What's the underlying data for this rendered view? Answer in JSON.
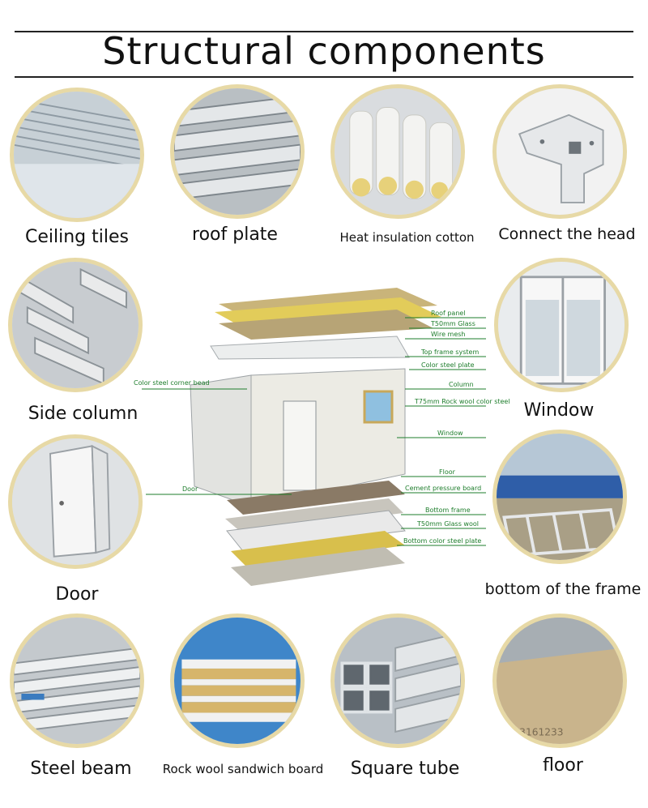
{
  "title": "Structural components",
  "components": [
    {
      "id": "ceiling",
      "label": "Ceiling tiles"
    },
    {
      "id": "roof",
      "label": "roof plate"
    },
    {
      "id": "insulation",
      "label": "Heat insulation cotton"
    },
    {
      "id": "connect",
      "label": "Connect the head"
    },
    {
      "id": "column",
      "label": "Side column"
    },
    {
      "id": "window",
      "label": "Window"
    },
    {
      "id": "door",
      "label": "Door"
    },
    {
      "id": "bottomframe",
      "label": "bottom of the frame"
    },
    {
      "id": "beam",
      "label": "Steel beam"
    },
    {
      "id": "rockwool",
      "label": "Rock wool sandwich board"
    },
    {
      "id": "square",
      "label": "Square tube"
    },
    {
      "id": "floor",
      "label": "floor"
    }
  ],
  "diagram": {
    "callouts_right": [
      "Roof panel",
      "T50mm Glass",
      "Wire mesh",
      "Top frame system",
      "Color steel plate",
      "Column",
      "T75mm Rock wool color steel",
      "Window",
      "Floor",
      "Cement pressure board",
      "Bottom frame",
      "T50mm Glass wool",
      "Bottom color steel plate"
    ],
    "callouts_left": [
      "Color steel corner bead",
      "Door"
    ]
  },
  "floor_photo_text": "3161233",
  "colors": {
    "ring": "#e7d9a6",
    "callout": "#1d7d2b",
    "rule": "#222222"
  }
}
